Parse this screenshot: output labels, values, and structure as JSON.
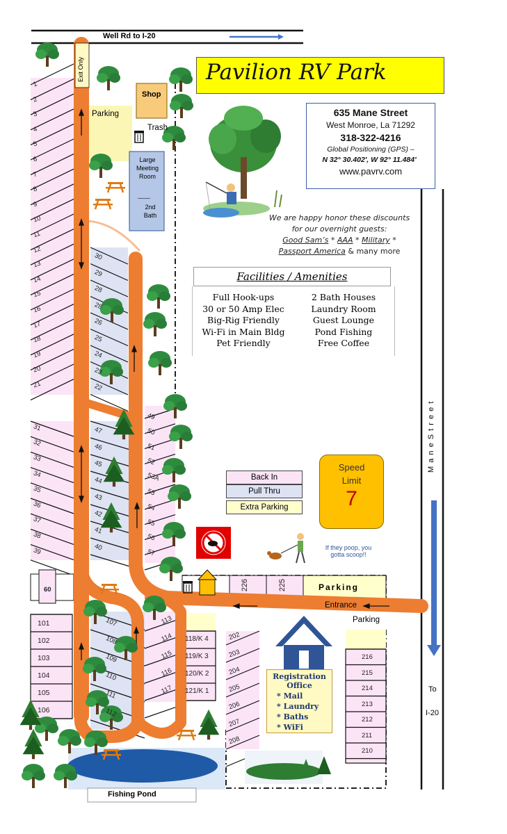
{
  "top_road": {
    "label": "Well   Rd    to      I-20"
  },
  "title": "Pavilion RV Park",
  "info": {
    "address": "635 Mane Street",
    "city": "West Monroe, La 71292",
    "phone": "318-322-4216",
    "gps_label": "Global Positioning (GPS) –",
    "gps_coords": "N 32° 30.402′, W 92° 11.484′",
    "website": "www.pavrv.com"
  },
  "discounts": {
    "line1": "We are happy honor these discounts",
    "line2": "for our overnight guests:",
    "good_sams": "Good Sam’s",
    "aaa": "AAA",
    "military": "Military",
    "passport": "Passport America",
    "more": "& many more",
    "sep": "*"
  },
  "facilities": {
    "title": "Facilities / Amenities",
    "left": [
      "Full Hook-ups",
      "30 or 50 Amp Elec",
      "Big-Rig Friendly",
      "Wi-Fi in Main Bldg",
      "Pet Friendly"
    ],
    "right": [
      "2 Bath Houses",
      "Laundry Room",
      "Guest Lounge",
      "Pond Fishing",
      "Free Coffee"
    ]
  },
  "labels": {
    "exit_only": "Exit Only",
    "shop": "Shop",
    "parking_left": "Parking",
    "trash": "Trash",
    "meeting_room": "Large\nMeeting\nRoom",
    "bath2": "2nd\nBath",
    "dashes": "------",
    "parking_top_right": "Parking",
    "entrance": "Entrance",
    "parking_right": "Parking",
    "fishing_pond": "Fishing Pond",
    "mane_street": "M a n e   S t r e e t",
    "to": "To",
    "i20": "I-20",
    "poop_line1": "If they poop, you",
    "poop_line2": "gotta scoop!!"
  },
  "legend": {
    "back_in": "Back    In",
    "pull_thru": "Pull     Thru",
    "extra_parking": "Extra    Parking"
  },
  "speed_limit": {
    "line1": "Speed",
    "line2": "Limit",
    "value": "7"
  },
  "registration": {
    "title1": "Registration",
    "title2": "Office",
    "items": [
      "* Mail",
      "* Laundry",
      "* Baths",
      "* WiFi"
    ]
  },
  "sites": {
    "left_column_top": [
      "1",
      "2",
      "3",
      "4",
      "5",
      "6",
      "7",
      "8",
      "9",
      "10",
      "11",
      "12",
      "13",
      "14",
      "15",
      "16",
      "17",
      "18",
      "19",
      "20",
      "21"
    ],
    "center_top": [
      "30",
      "29",
      "28",
      "28",
      "26",
      "25",
      "24",
      "23",
      "22"
    ],
    "left_column_mid": [
      "31",
      "32",
      "33",
      "34",
      "35",
      "36",
      "37",
      "38",
      "39"
    ],
    "center_mid": [
      "47",
      "46",
      "45",
      "44",
      "43",
      "42",
      "41",
      "40"
    ],
    "right_mid": [
      "49",
      "50",
      "51",
      "52",
      "53A",
      "53",
      "54",
      "55",
      "56",
      "57"
    ],
    "site_60": "60",
    "left_column_bottom": [
      "101",
      "102",
      "103",
      "104",
      "105",
      "106"
    ],
    "pull_thru_bottom": [
      "107",
      "108",
      "109",
      "110",
      "111",
      "112"
    ],
    "back_bottom": [
      "113",
      "114",
      "115",
      "116",
      "117"
    ],
    "k_sites": [
      "118/K 4",
      "119/K 3",
      "120/K 2",
      "121/K 1"
    ],
    "sites_200": [
      "202",
      "203",
      "204",
      "205",
      "206",
      "207",
      "208"
    ],
    "sites_225": [
      "226",
      "225"
    ],
    "right_column": [
      "216",
      "215",
      "214",
      "213",
      "212",
      "211",
      "210"
    ]
  },
  "colors": {
    "road": "#ed7d31",
    "site_pink": "#fce4f7",
    "site_blue": "#dde3f3",
    "title_yellow": "#ffff00",
    "pond": "#1f5aa6",
    "tree_green": "#2e8b3e",
    "office_blue": "#2f5597",
    "arrow_blue": "#4472c4"
  },
  "icons": [
    "tree-icon",
    "picnic-table-icon",
    "trash-can-icon",
    "house-icon",
    "no-pet-waste-sign-icon",
    "flag-icon",
    "fisherman-tree-illustration",
    "dog-walker-illustration",
    "forest-illustration"
  ]
}
